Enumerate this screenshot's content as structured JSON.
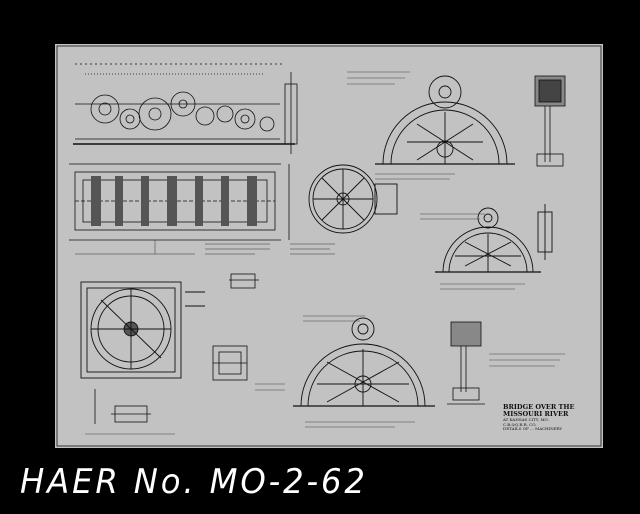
{
  "document": {
    "caption": "HAER No. MO-2-62",
    "title_block": {
      "main": "BRIDGE OVER THE MISSOURI RIVER",
      "line2": "AT KANSAS CITY, MO.",
      "line3": "C.B.&Q.R.R. CO.",
      "line4": "DETAILS OF ... MACHINERY"
    }
  },
  "colors": {
    "frame": "#000000",
    "paper": "#bfbfbf",
    "ink": "#111111"
  }
}
